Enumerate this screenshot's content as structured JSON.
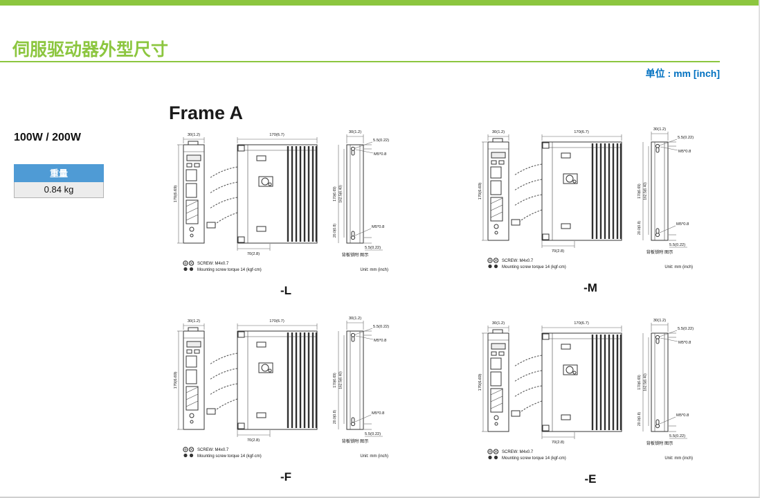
{
  "page": {
    "title": "伺服驱动器外型尺寸",
    "unit_note": "单位 : mm [inch]",
    "frame_heading": "Frame A",
    "power_rating": "100W / 200W",
    "weight": {
      "label": "重量",
      "value": "0.84 kg"
    },
    "colors": {
      "accent_green": "#8CC63F",
      "unit_text_blue": "#0070C0",
      "weight_header_blue": "#4F9BD5"
    }
  },
  "dims": {
    "front_width": "30(1.2)",
    "front_height": "170(6.69)",
    "body_width": "170(6.7)",
    "bottom_width": "70(2.8)",
    "side_width": "30(1.2)",
    "side_height": "170(6.69)",
    "hole_pitch": "162.5(6.40)",
    "hole_top_offset": "5.5(0.22)",
    "hole_bottom_offset": "5.5(0.22)",
    "screw_top": "M5*0.8",
    "screw_bottom": "M5*0.8",
    "bracket_depth": "20.0(0.8)",
    "rear_mount_note": "背板锁附 图示"
  },
  "drawings": [
    {
      "variant": "-L",
      "screw_note": "SCREW: M4x0.7",
      "torque_note": "Mounting screw torque 14 (kgf-cm)",
      "unit_note": "Unit: mm (inch)"
    },
    {
      "variant": "-M",
      "screw_note": "SCREW: M4x0.7",
      "torque_note": "Mounting screw torque 14 (kgf-cm)",
      "unit_note": "Unit: mm (inch)"
    },
    {
      "variant": "-F",
      "screw_note": "SCREW: M4x0.7",
      "torque_note": "Mounting screw torque 14 (kgf-cm)",
      "unit_note": "Unit: mm (inch)"
    },
    {
      "variant": "-E",
      "screw_note": "SCREW: M4x0.7",
      "torque_note": "Mounting screw torque 14 (kgf-cm)",
      "unit_note": "Unit: mm (inch)"
    }
  ]
}
